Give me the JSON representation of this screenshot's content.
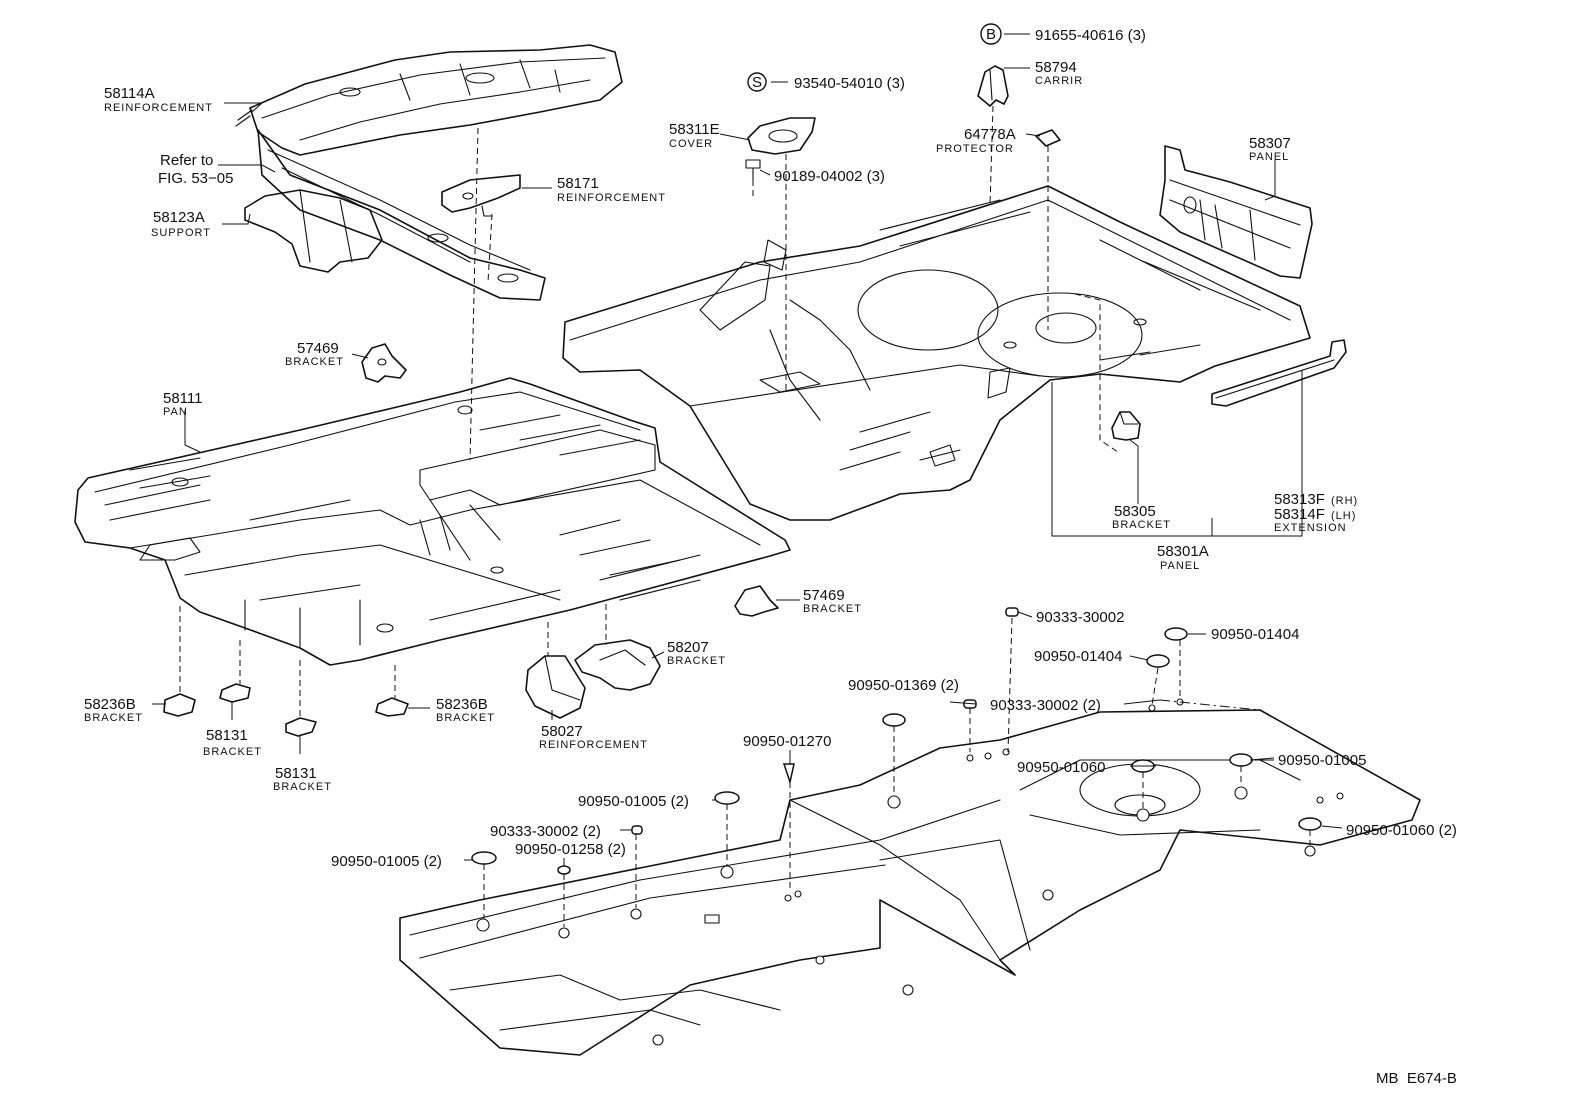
{
  "diagram": {
    "code": "MB  E674-B",
    "symbols": {
      "s": "S",
      "b": "B"
    },
    "refer": {
      "line1": "Refer to",
      "line2": "FIG. 53−05"
    },
    "callouts": {
      "c58114a": {
        "part": "58114A",
        "name": "REINFORCEMENT"
      },
      "c58123a": {
        "part": "58123A",
        "name": "SUPPORT"
      },
      "c58171": {
        "part": "58171",
        "name": "REINFORCEMENT"
      },
      "c57469a": {
        "part": "57469",
        "name": "BRACKET"
      },
      "c58111": {
        "part": "58111",
        "name": "PAN"
      },
      "c58311e": {
        "part": "58311E",
        "name": "COVER"
      },
      "c93540": {
        "part": "93540-54010 (3)"
      },
      "c90189": {
        "part": "90189-04002 (3)"
      },
      "c91655": {
        "part": "91655-40616 (3)"
      },
      "c58794": {
        "part": "58794",
        "name": "CARRIR"
      },
      "c64778a": {
        "part": "64778A",
        "name": "PROTECTOR"
      },
      "c58307": {
        "part": "58307",
        "name": "PANEL"
      },
      "c58305": {
        "part": "58305",
        "name": "BRACKET"
      },
      "c58313f": {
        "part": "58313F",
        "side": "(RH)"
      },
      "c58314f": {
        "part": "58314F",
        "side": "(LH)",
        "name": "EXTENSION"
      },
      "c58301a": {
        "part": "58301A",
        "name": "PANEL"
      },
      "c57469b": {
        "part": "57469",
        "name": "BRACKET"
      },
      "c58207": {
        "part": "58207",
        "name": "BRACKET"
      },
      "c58027": {
        "part": "58027",
        "name": "REINFORCEMENT"
      },
      "c58236b1": {
        "part": "58236B",
        "name": "BRACKET"
      },
      "c58236b2": {
        "part": "58236B",
        "name": "BRACKET"
      },
      "c58131a": {
        "part": "58131",
        "name": "BRACKET"
      },
      "c58131b": {
        "part": "58131",
        "name": "BRACKET"
      },
      "p90333a": {
        "part": "90333-30002"
      },
      "p90950_01404a": {
        "part": "90950-01404"
      },
      "p90950_01404b": {
        "part": "90950-01404"
      },
      "p90950_01369": {
        "part": "90950-01369 (2)"
      },
      "p90333b": {
        "part": "90333-30002 (2)"
      },
      "p90950_01270": {
        "part": "90950-01270"
      },
      "p90950_01005a": {
        "part": "90950-01005"
      },
      "p90950_01060a": {
        "part": "90950-01060"
      },
      "p90950_01005b": {
        "part": "90950-01005 (2)"
      },
      "p90333c": {
        "part": "90333-30002 (2)"
      },
      "p90950_01258": {
        "part": "90950-01258 (2)"
      },
      "p90950_01005c": {
        "part": "90950-01005 (2)"
      },
      "p90950_01060b": {
        "part": "90950-01060 (2)"
      }
    }
  }
}
